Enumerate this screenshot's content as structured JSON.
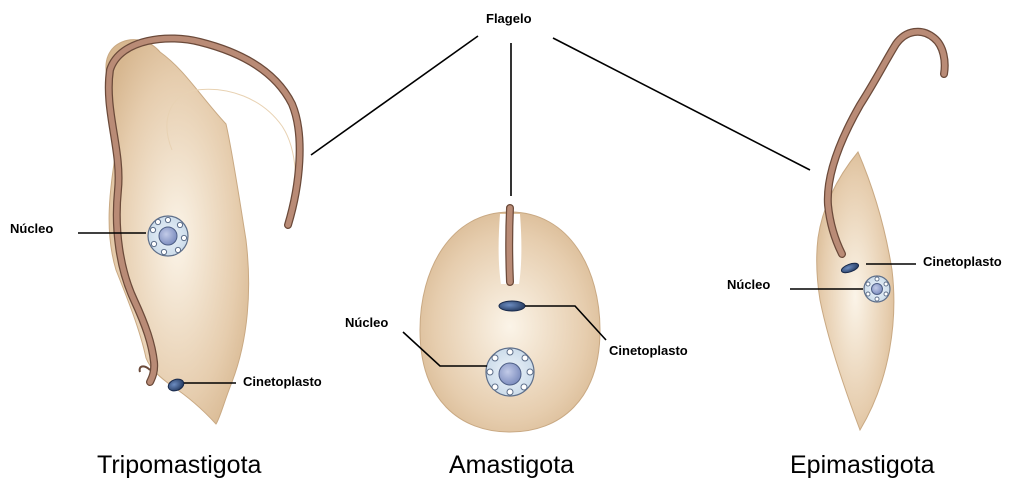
{
  "labels": {
    "flagelo": "Flagelo",
    "tripo_nucleo": "Núcleo",
    "tripo_cineto": "Cinetoplasto",
    "ama_nucleo": "Núcleo",
    "ama_cineto": "Cinetoplasto",
    "epi_nucleo": "Núcleo",
    "epi_cineto": "Cinetoplasto"
  },
  "captions": {
    "tripomastigota": "Tripomastigota",
    "amastigota": "Amastigota",
    "epimastigota": "Epimastigota"
  },
  "colors": {
    "cell_edge": "#d7b790",
    "cell_center": "#fbf4e8",
    "flagellum": "#b98b76",
    "flagellum_outline": "#6b4a3a",
    "nucleus_fill": "#d5e3ee",
    "nucleolus": "#8e9fcb",
    "kinetoplast": "#2c4770"
  }
}
